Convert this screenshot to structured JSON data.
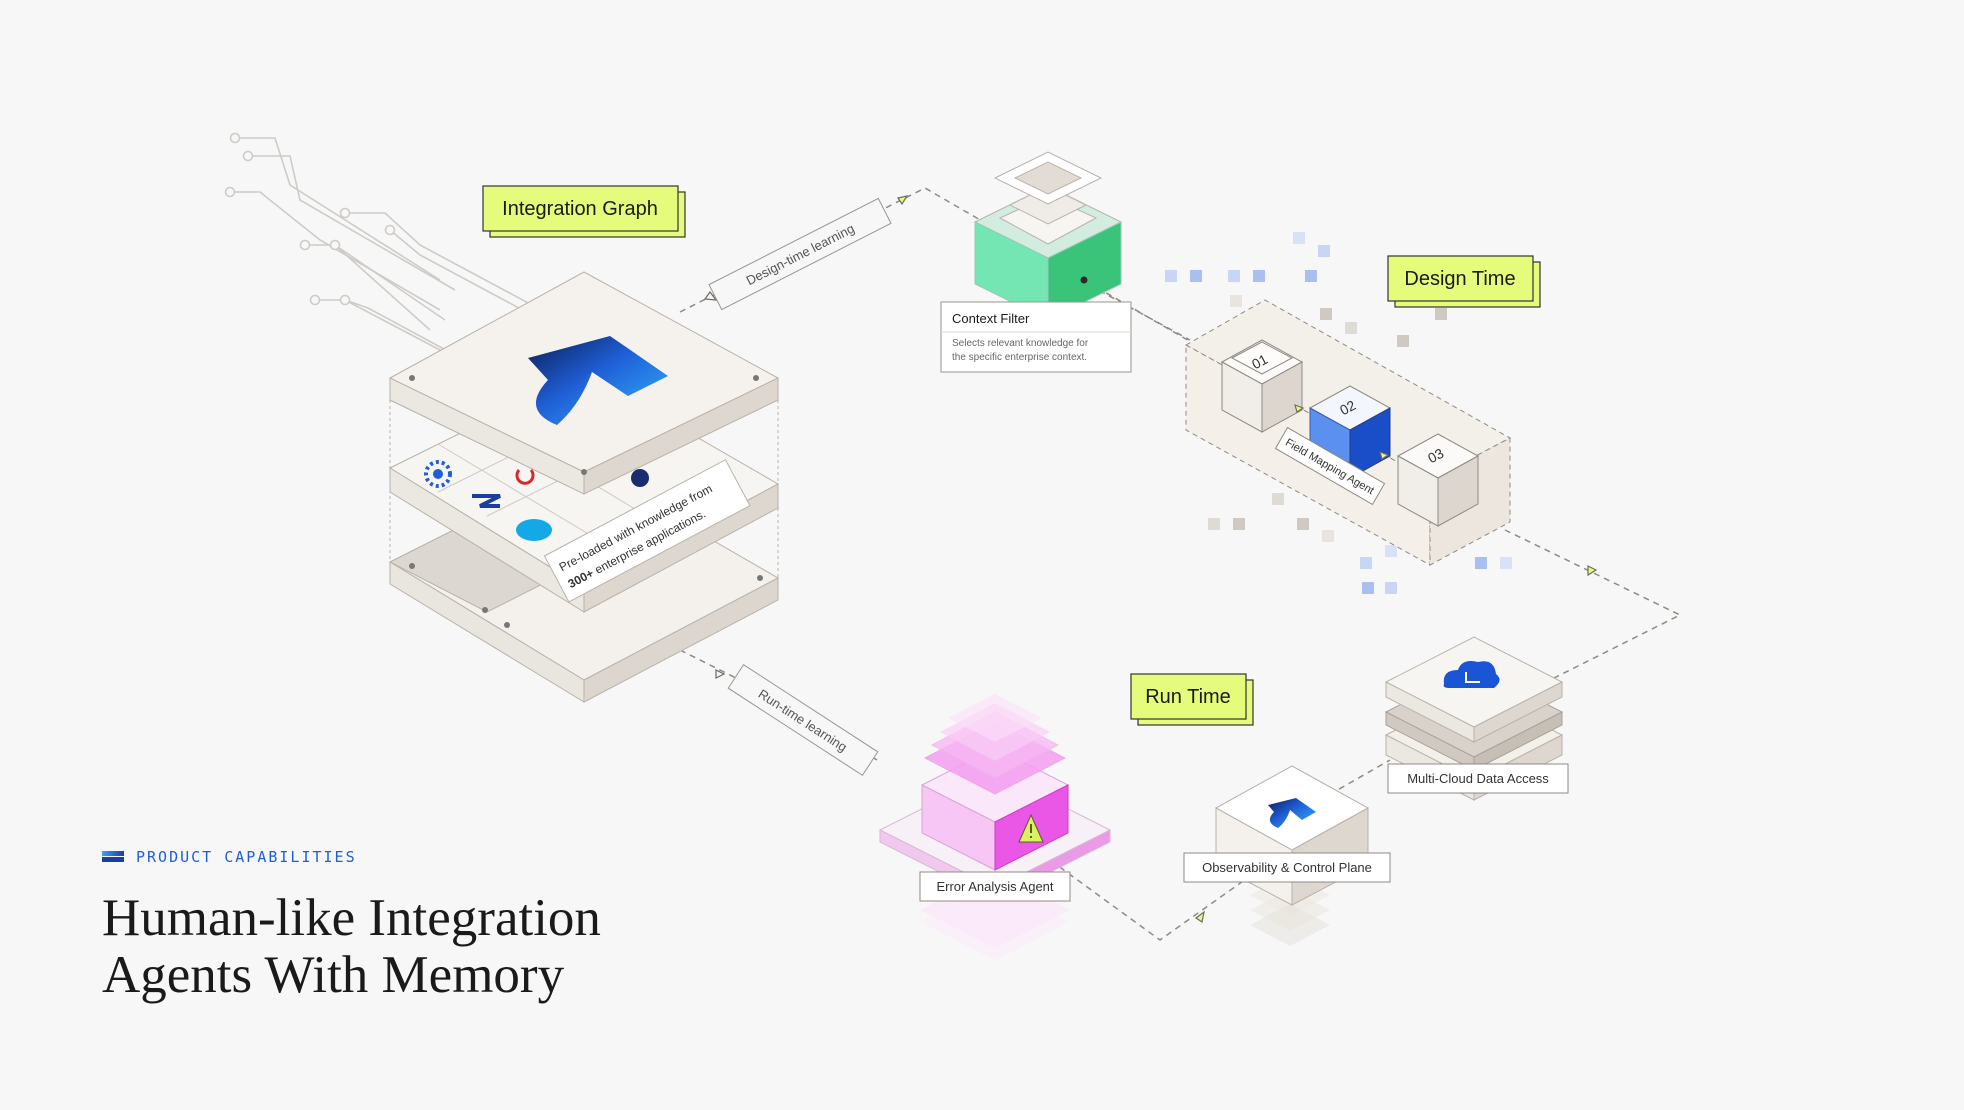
{
  "tags": {
    "integration_graph": "Integration Graph",
    "design_time": "Design Time",
    "run_time": "Run Time"
  },
  "flow_labels": {
    "design_time_learning": "Design-time learning",
    "run_time_learning": "Run-time learning"
  },
  "context_filter": {
    "title": "Context Filter",
    "description_line1": "Selects relevant knowledge for",
    "description_line2": "the specific enterprise context."
  },
  "graph_stack": {
    "text_line1": "Pre-loaded with knowledge from",
    "text_bold": "300+",
    "text_line2": " enterprise applications."
  },
  "design_agents": {
    "steps": [
      "01",
      "02",
      "03"
    ],
    "agent_label": "Field Mapping Agent"
  },
  "runtime_components": {
    "error_agent": "Error Analysis Agent",
    "observability": "Observability & Control Plane",
    "multicloud": "Multi-Cloud Data Access"
  },
  "footer": {
    "eyebrow": "PRODUCT CAPABILITIES",
    "headline_line1": "Human-like Integration",
    "headline_line2": "Agents With Memory"
  },
  "colors": {
    "background": "#f7f7f7",
    "tag_fill": "#e4fb7c",
    "accent_blue": "#1f5fd6",
    "cube_green": "#4fd99a",
    "cube_pink": "#ea57e6",
    "line_gray": "#b8b2aa"
  },
  "icons": [
    "brand-logo-icon",
    "cloud-icon",
    "warning-icon",
    "starburst-icon",
    "circuit-traces-icon"
  ]
}
